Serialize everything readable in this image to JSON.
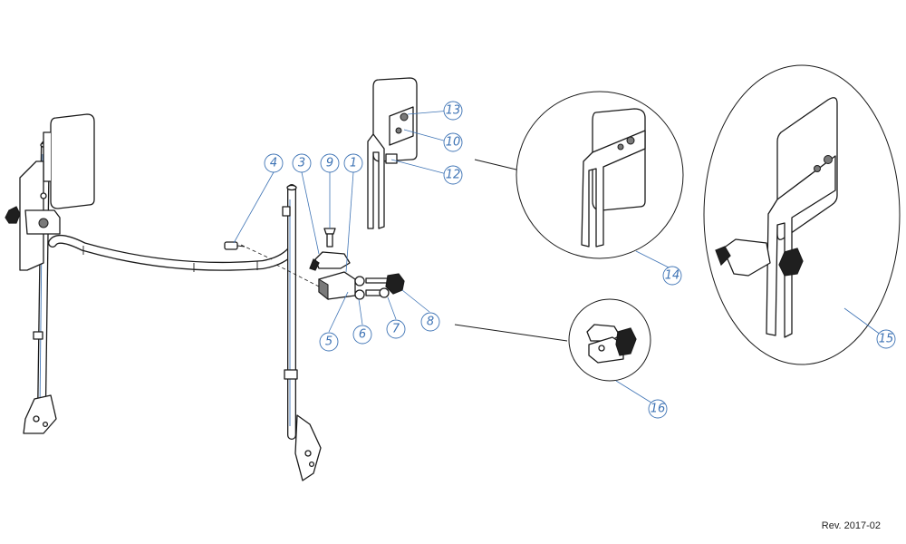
{
  "callouts": [
    {
      "id": "1",
      "label": "1"
    },
    {
      "id": "3",
      "label": "3"
    },
    {
      "id": "4",
      "label": "4"
    },
    {
      "id": "5",
      "label": "5"
    },
    {
      "id": "6",
      "label": "6"
    },
    {
      "id": "7",
      "label": "7"
    },
    {
      "id": "8",
      "label": "8"
    },
    {
      "id": "9",
      "label": "9"
    },
    {
      "id": "10",
      "label": "10"
    },
    {
      "id": "12",
      "label": "12"
    },
    {
      "id": "13",
      "label": "13"
    },
    {
      "id": "14",
      "label": "14"
    },
    {
      "id": "15",
      "label": "15"
    },
    {
      "id": "16",
      "label": "16"
    }
  ],
  "revision": "Rev. 2017-02"
}
